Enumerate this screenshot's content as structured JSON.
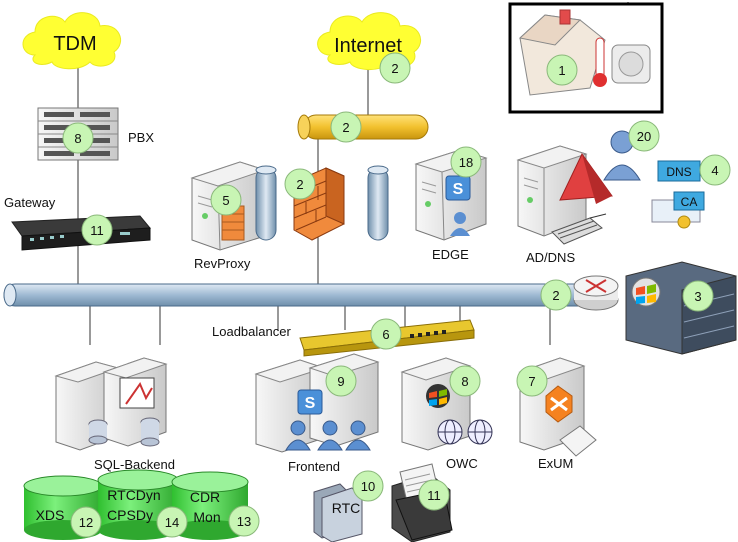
{
  "labels": {
    "tdm": "TDM",
    "internet": "Internet",
    "pbx": "PBX",
    "gateway": "Gateway",
    "revproxy": "RevProxy",
    "edge": "EDGE",
    "addns": "AD/DNS",
    "dns": "DNS",
    "ca": "CA",
    "loadbalancer": "Loadbalancer",
    "sql_backend": "SQL-Backend",
    "frontend": "Frontend",
    "owc": "OWC",
    "exum": "ExUM",
    "rtc": "RTC",
    "db_xds": "XDS",
    "db_rtcdyn": "RTCDyn",
    "db_cpsdy": "CPSDy",
    "db_cdr": "CDR",
    "db_mon": "Mon"
  },
  "badges": {
    "b1": "1",
    "b2_internet": "2",
    "b2_pipe": "2",
    "b2_firewall": "2",
    "b2_router": "2",
    "b3": "3",
    "b4": "4",
    "b5": "5",
    "b6": "6",
    "b7": "7",
    "b8_pbx": "8",
    "b8_owc": "8",
    "b9": "9",
    "b10": "10",
    "b11_gateway": "11",
    "b11_folder": "11",
    "b12": "12",
    "b13": "13",
    "b14": "14",
    "b18": "18",
    "b20": "20"
  },
  "colors": {
    "badge_fill": "#c8f5b4",
    "cloud": "#ffff33",
    "network_bus": "#a8c4dc",
    "pipe_yellow": "#f2c12e",
    "firewall": "#f08a3c",
    "db_green": "#4ddb4d",
    "dns_box": "#3fa9e0",
    "alarm_red": "#e04040",
    "server_body": "#e4e4e4"
  }
}
